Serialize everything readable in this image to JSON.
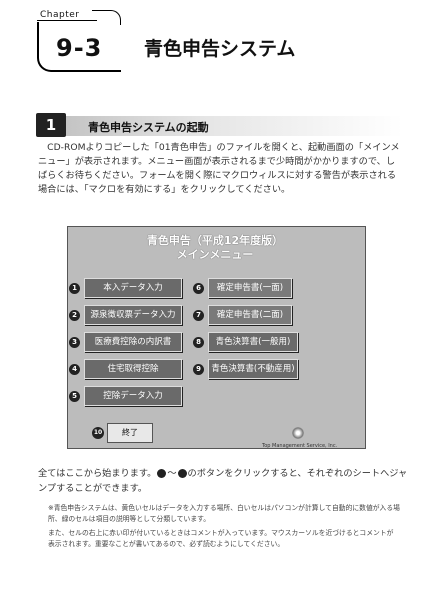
{
  "chapter": {
    "label": "Chapter",
    "number": "9-3"
  },
  "page_title": "青色申告システム",
  "section": {
    "number": "1",
    "title": "青色申告システムの起動"
  },
  "body_paragraph": "　CD-ROMよりコピーした「01青色申告」のファイルを開くと、起動画面の「メインメニュー」が表示されます。メニュー画面が表示されるまで少時間がかかりますので、しばらくお待ちください。フォームを開く際にマクロウィルスに対する警告が表示される場合には、「マクロを有効にする」をクリックしてください。",
  "menu": {
    "title_line1": "青色申告（平成12年度版）",
    "title_line2": "メインメニュー",
    "left_buttons": [
      {
        "num": "1",
        "label": "本入データ入力"
      },
      {
        "num": "2",
        "label": "源泉徴収票データ入力"
      },
      {
        "num": "3",
        "label": "医療費控除の内訳書"
      },
      {
        "num": "4",
        "label": "住宅取得控除"
      },
      {
        "num": "5",
        "label": "控除データ入力"
      }
    ],
    "right_buttons": [
      {
        "num": "6",
        "label": "確定申告書(一面)"
      },
      {
        "num": "7",
        "label": "確定申告書(二面)"
      },
      {
        "num": "8",
        "label": "青色決算書(一般用)"
      },
      {
        "num": "9",
        "label": "青色決算書(不動産用)"
      }
    ],
    "end_num": "10",
    "end_label": "終了",
    "logo_text": "Top Management Service, Inc."
  },
  "after_text_before": "全てはここから始まります。",
  "after_text_after": "のボタンをクリックすると、それぞれのシートへジャンプすることができます。",
  "after_text_sep": "～",
  "notes": [
    "※青色申告システムは、黄色いセルはデータを入力する場所、白いセルはパソコンが計算して自動的に数値が入る場所、緑のセルは項目の説明等として分類しています。",
    "また、セルの右上に赤い印が付いているときはコメントが入っています。マウスカーソルを近づけるとコメントが表示されます。重要なことが書いてあるので、必ず読むようにしてください。"
  ]
}
